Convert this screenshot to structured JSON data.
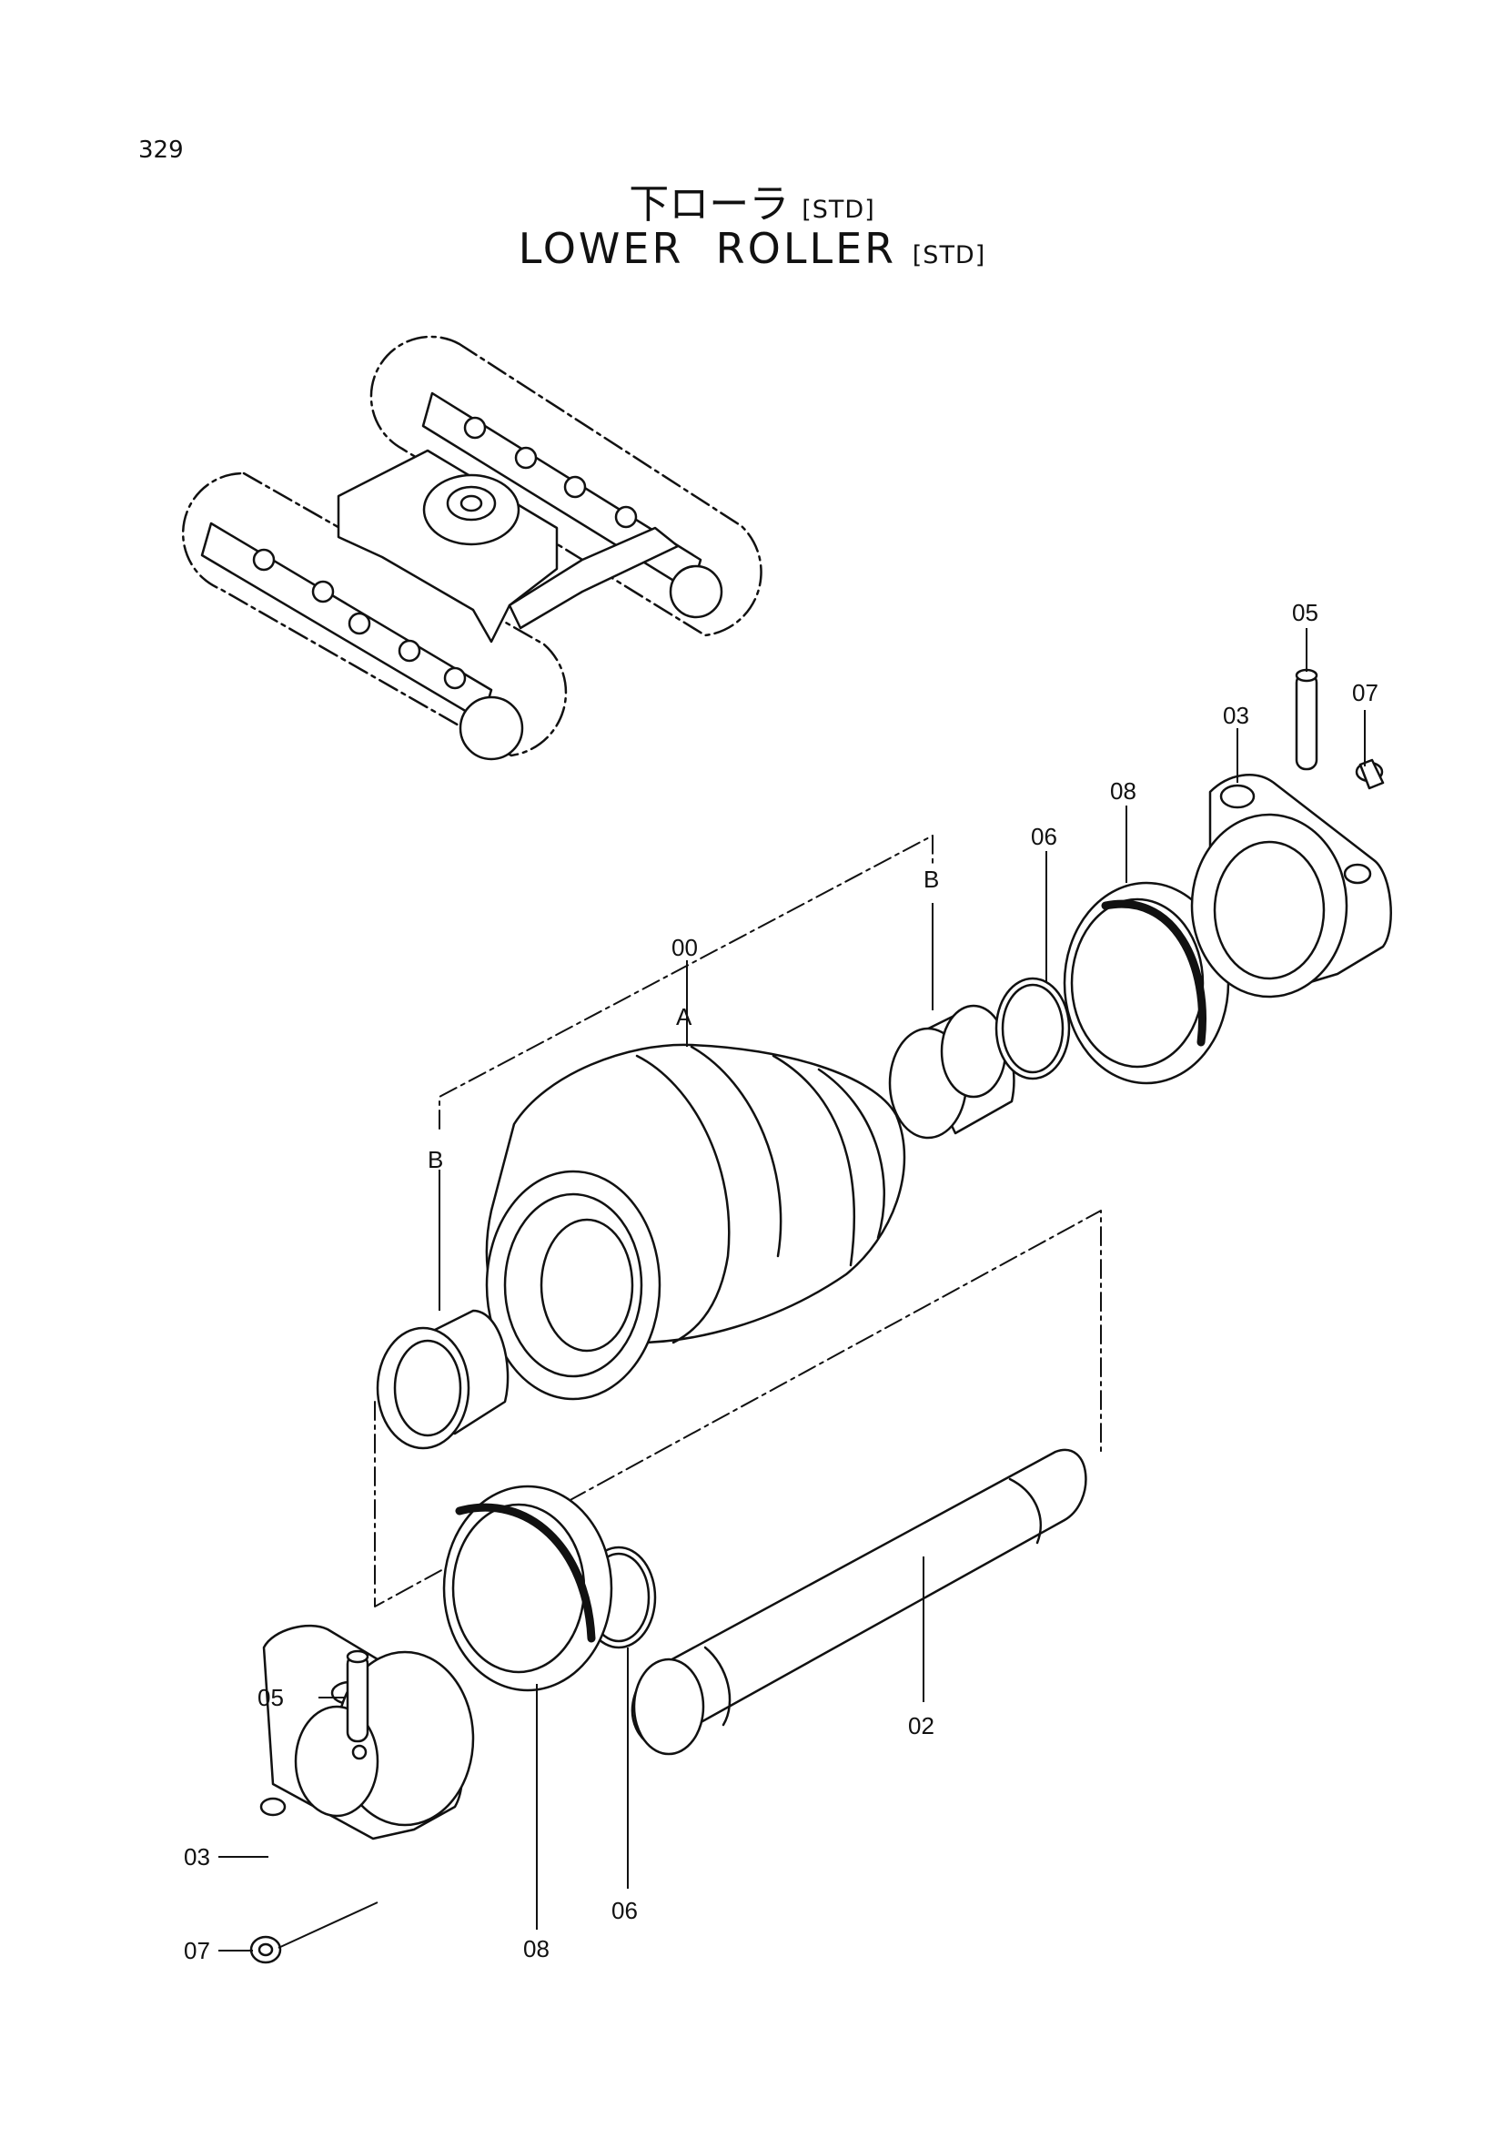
{
  "page_number": "329",
  "title": {
    "japanese": "下ローラ",
    "english": "LOWER  ROLLER",
    "tag_jp": "[STD]",
    "tag_en": "[STD]"
  },
  "callouts": {
    "c00": "00",
    "cA": "A",
    "cB_left": "B",
    "cB_right": "B",
    "c02": "02",
    "c03_top": "03",
    "c03_bottom": "03",
    "c05_top": "05",
    "c05_bottom": "05",
    "c06_top": "06",
    "c06_bottom": "06",
    "c07_top": "07",
    "c07_bottom": "07",
    "c08_top": "08",
    "c08_bottom": "08"
  }
}
